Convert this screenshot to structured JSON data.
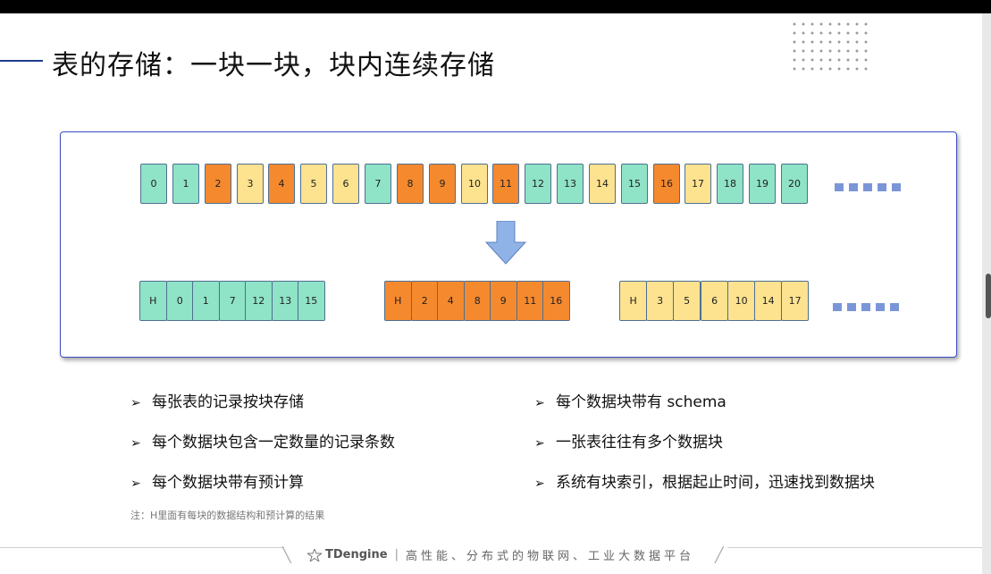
{
  "slide": {
    "title": "表的存储：一块一块，块内连续存储",
    "note": "注：H里面有每块的数据结构和预计算的结果"
  },
  "colors": {
    "green": "#8fe3c6",
    "orange": "#f5892e",
    "yellow": "#fde28f",
    "border": "#3b4fc4",
    "arrow": "#8fb3e6"
  },
  "diagram": {
    "top_row": [
      {
        "label": "0",
        "color": "green"
      },
      {
        "label": "1",
        "color": "green"
      },
      {
        "label": "2",
        "color": "orange"
      },
      {
        "label": "3",
        "color": "yellow"
      },
      {
        "label": "4",
        "color": "orange"
      },
      {
        "label": "5",
        "color": "yellow"
      },
      {
        "label": "6",
        "color": "yellow"
      },
      {
        "label": "7",
        "color": "green"
      },
      {
        "label": "8",
        "color": "orange"
      },
      {
        "label": "9",
        "color": "orange"
      },
      {
        "label": "10",
        "color": "yellow"
      },
      {
        "label": "11",
        "color": "orange"
      },
      {
        "label": "12",
        "color": "green"
      },
      {
        "label": "13",
        "color": "green"
      },
      {
        "label": "14",
        "color": "yellow"
      },
      {
        "label": "15",
        "color": "green"
      },
      {
        "label": "16",
        "color": "orange"
      },
      {
        "label": "17",
        "color": "yellow"
      },
      {
        "label": "18",
        "color": "green"
      },
      {
        "label": "19",
        "color": "green"
      },
      {
        "label": "20",
        "color": "green"
      }
    ],
    "group_green": [
      "H",
      "0",
      "1",
      "7",
      "12",
      "13",
      "15"
    ],
    "group_orange": [
      "H",
      "2",
      "4",
      "8",
      "9",
      "11",
      "16"
    ],
    "group_yellow": [
      "H",
      "3",
      "5",
      "6",
      "10",
      "14",
      "17"
    ]
  },
  "bullets_left": [
    "每张表的记录按块存储",
    "每个数据块包含一定数量的记录条数",
    "每个数据块带有预计算"
  ],
  "bullets_right": [
    "每个数据块带有 schema",
    "一张表往往有多个数据块",
    "系统有块索引，根据起止时间，迅速找到数据块"
  ],
  "bullet_marker": "➢",
  "footer": {
    "brand": "TDengine",
    "separator": "|",
    "slogan": "高性能、分布式的物联网、工业大数据平台"
  }
}
